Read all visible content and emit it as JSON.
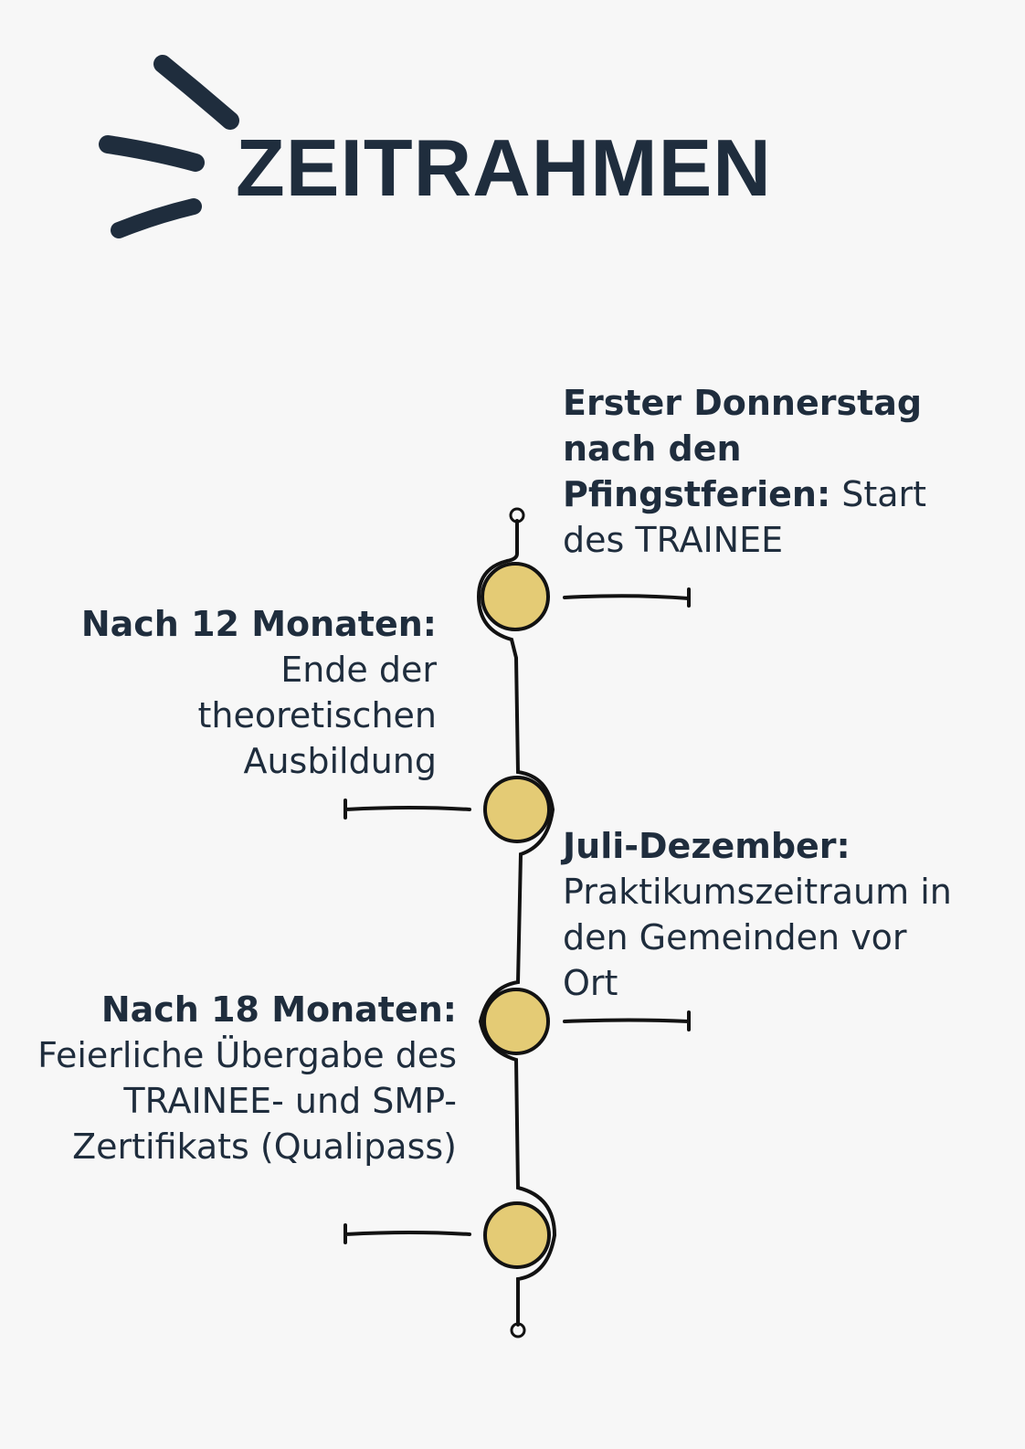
{
  "title": "ZEITRAHMEN",
  "colors": {
    "text": "#1f2d3d",
    "accent": "#e4cb75",
    "background": "#f7f7f7"
  },
  "events": [
    {
      "label": "Erster Donnerstag nach den Pfingstferien:",
      "text": "Start des TRAINEE"
    },
    {
      "label": "Nach 12 Monaten:",
      "text": "Ende der theoretischen Ausbildung"
    },
    {
      "label": "Juli-Dezember:",
      "text": "Praktikumszeitraum in den Gemeinden vor Ort"
    },
    {
      "label": "Nach 18 Monaten:",
      "text": "Feierliche Übergabe des TRAINEE- und SMP-Zertifikats (Qualipass)"
    }
  ]
}
